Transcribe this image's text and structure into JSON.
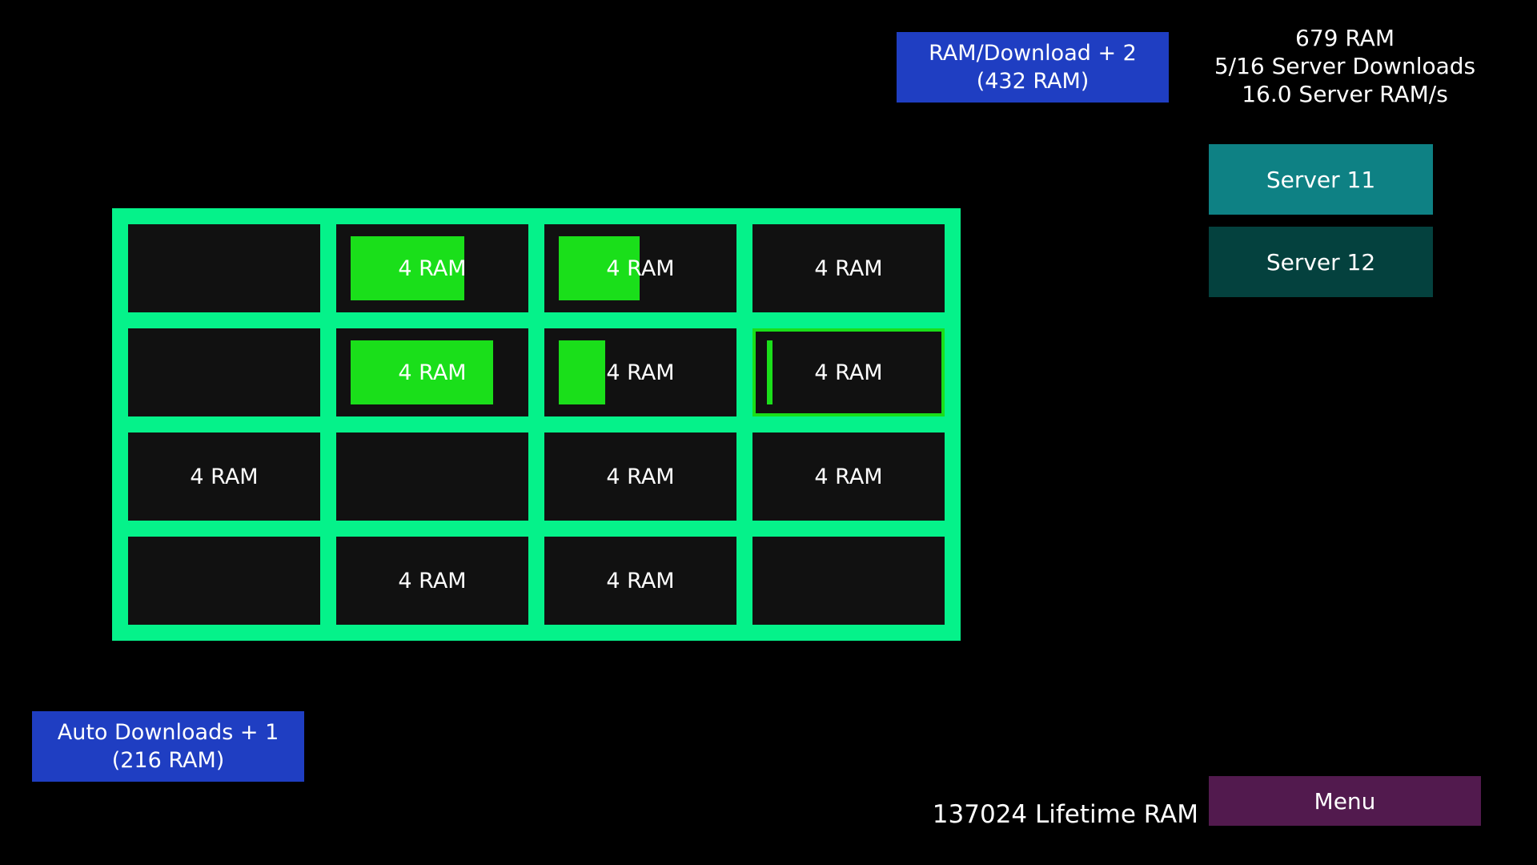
{
  "upgrades": {
    "ram_per_download": {
      "line1": "RAM/Download + 2",
      "line2": "(432 RAM)"
    },
    "auto_downloads": {
      "line1": "Auto Downloads + 1",
      "line2": "(216 RAM)"
    }
  },
  "stats": {
    "ram": "679 RAM",
    "server_downloads": "5/16 Server Downloads",
    "server_rate": "16.0 Server RAM/s"
  },
  "servers": [
    {
      "label": "Server 11",
      "color": "#0e8184",
      "active": true
    },
    {
      "label": "Server 12",
      "color": "#04413e",
      "active": false
    }
  ],
  "lifetime": "137024 Lifetime RAM",
  "menu_label": "Menu",
  "colors": {
    "background": "#000000",
    "grid_frame": "#05f28a",
    "cell": "#111111",
    "progress": "#1adf1a",
    "upgrade_button": "#1f3ec2",
    "menu_button": "#521a4e"
  },
  "grid": {
    "rows": 4,
    "cols": 4,
    "cells": [
      {
        "label": "",
        "progress": 0
      },
      {
        "label": "4 RAM",
        "progress": 0.59
      },
      {
        "label": "4 RAM",
        "progress": 0.42
      },
      {
        "label": "4 RAM",
        "progress": 0
      },
      {
        "label": "",
        "progress": 0
      },
      {
        "label": "4 RAM",
        "progress": 0.74
      },
      {
        "label": "4 RAM",
        "progress": 0.24
      },
      {
        "label": "4 RAM",
        "progress": 0.03,
        "selected": true
      },
      {
        "label": "4 RAM",
        "progress": 0
      },
      {
        "label": "",
        "progress": 0
      },
      {
        "label": "4 RAM",
        "progress": 0
      },
      {
        "label": "4 RAM",
        "progress": 0
      },
      {
        "label": "",
        "progress": 0
      },
      {
        "label": "4 RAM",
        "progress": 0
      },
      {
        "label": "4 RAM",
        "progress": 0
      },
      {
        "label": "",
        "progress": 0
      }
    ]
  }
}
